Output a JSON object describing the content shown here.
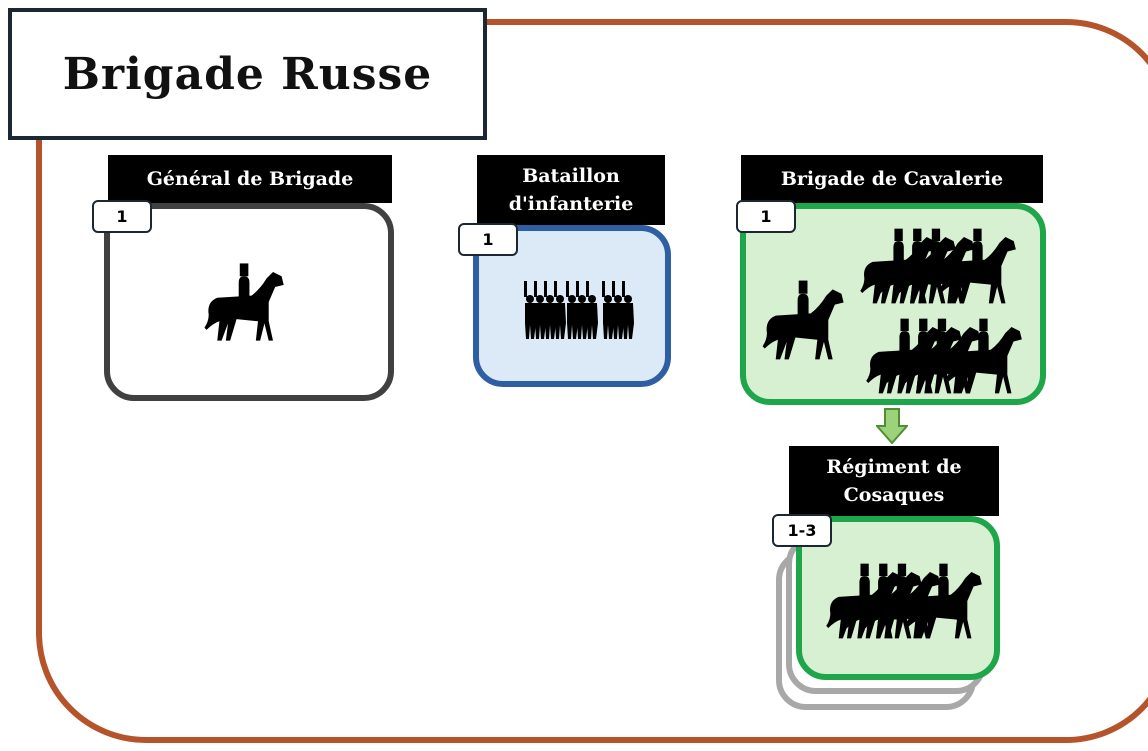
{
  "title": "Brigade Russe",
  "colors": {
    "frame": "#b5532a",
    "general_border": "#404040",
    "infantry_border": "#2e5fa3",
    "infantry_fill": "#dce9f7",
    "cavalry_border": "#1fa64a",
    "cavalry_fill": "#d8f0d2",
    "stack_border": "#a8a8a8",
    "arrow": "#9bd27a"
  },
  "units": [
    {
      "id": "general",
      "label": "Général de Brigade",
      "count": "1",
      "icon": "mounted-officer-icon"
    },
    {
      "id": "infantry",
      "label_line1": "Bataillon",
      "label_line2": "d'infanterie",
      "count": "1",
      "icon": "infantry-column-icon"
    },
    {
      "id": "cavalry",
      "label": "Brigade de Cavalerie",
      "count": "1",
      "icon": "cavalry-squadron-icon"
    },
    {
      "id": "cossacks",
      "label_line1": "Régiment de",
      "label_line2": "Cosaques",
      "count": "1-3",
      "icon": "cossack-riders-icon"
    }
  ]
}
